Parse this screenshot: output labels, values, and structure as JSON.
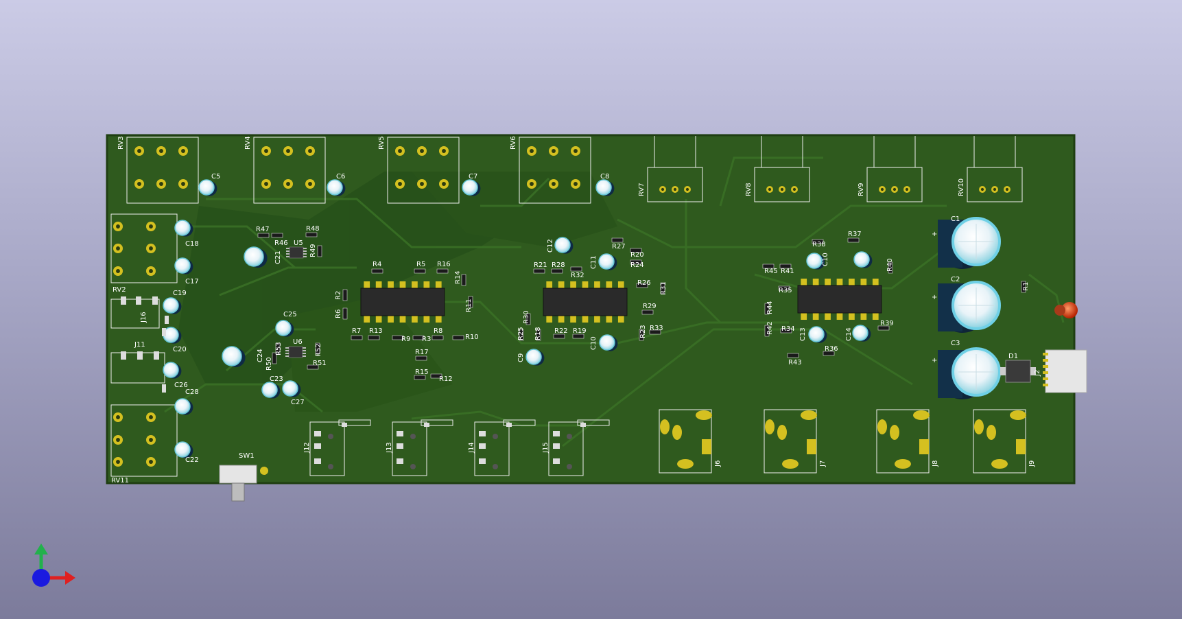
{
  "viewer": {
    "background_top": "#cbcbe6",
    "background_bottom": "#7c7b9b",
    "axis_icons": [
      "y-axis-arrow-green",
      "x-axis-arrow-red",
      "z-axis-dot-blue"
    ]
  },
  "board": {
    "color": "#2f5a1e",
    "silkscreen_color": "#ffffff",
    "pad_color": "#d4c020",
    "potentiometers": [
      "RV3",
      "RV4",
      "RV5",
      "RV6",
      "RV7",
      "RV8",
      "RV9",
      "RV10",
      "RV2",
      "RV11"
    ],
    "capacitors": [
      "C1",
      "C2",
      "C3",
      "C5",
      "C6",
      "C7",
      "C8",
      "C9",
      "C10",
      "C11",
      "C12",
      "C13",
      "C14",
      "C17",
      "C18",
      "C19",
      "C20",
      "C21",
      "C22",
      "C23",
      "C24",
      "C25",
      "C26",
      "C27",
      "C28"
    ],
    "resistors": [
      "R1",
      "R4",
      "R5",
      "R16",
      "R7",
      "R13",
      "R8",
      "R10",
      "R14",
      "R11",
      "R2",
      "R6",
      "R9",
      "R3",
      "R17",
      "R15",
      "R12",
      "R21",
      "R28",
      "R32",
      "R27",
      "R20",
      "R24",
      "R26",
      "R31",
      "R29",
      "R30",
      "R25",
      "R18",
      "R22",
      "R19",
      "R23",
      "R33",
      "R37",
      "R38",
      "R45",
      "R41",
      "R35",
      "R40",
      "R44",
      "R42",
      "R34",
      "R36",
      "R43",
      "R39",
      "R47",
      "R46",
      "R48",
      "R49",
      "R50",
      "R53",
      "R51",
      "R52"
    ],
    "ics": [
      "U5",
      "U6"
    ],
    "jacks": [
      "J16",
      "J11",
      "J12",
      "J13",
      "J14",
      "J15",
      "J6",
      "J7",
      "J8",
      "J9",
      "J2"
    ],
    "switch": "SW1",
    "diode": "D1"
  }
}
